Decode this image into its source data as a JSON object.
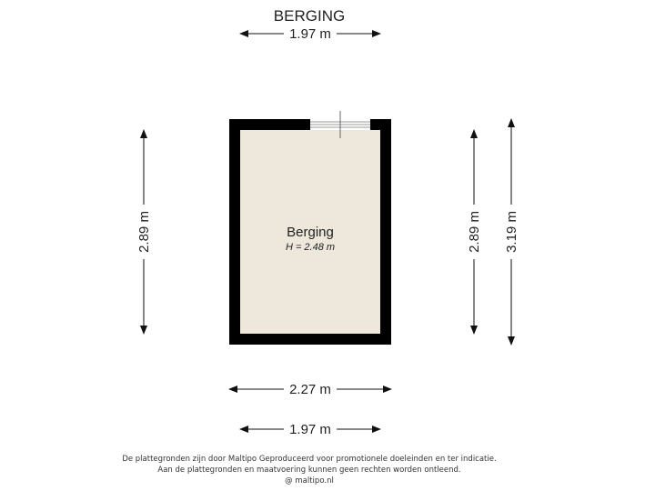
{
  "title": "BERGING",
  "room": {
    "name": "Berging",
    "height": "H = 2.48 m",
    "fill_color": "#ede7dc",
    "wall_color": "#000000"
  },
  "dimensions": {
    "top_width": "1.97 m",
    "bottom_width": "1.97 m",
    "bottom_outer_width": "2.27 m",
    "left_depth": "2.89 m",
    "right_depth": "2.89 m",
    "right_outer_depth": "3.19 m"
  },
  "disclaimer": {
    "line1": "De plattegronden zijn door Maltipo Geproduceerd voor promotionele doeleinden en ter indicatie.",
    "line2": "Aan de plattegronden en maatvoering kunnen geen rechten worden ontleend.",
    "line3": "@ maltipo.nl"
  }
}
